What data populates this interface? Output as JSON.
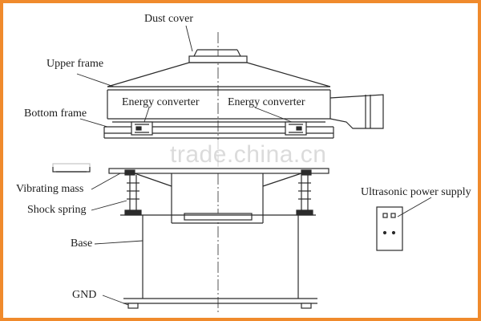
{
  "labels": {
    "dust_cover": "Dust cover",
    "upper_frame": "Upper frame",
    "bottom_frame": "Bottom frame",
    "energy_converter_left": "Energy converter",
    "energy_converter_right": "Energy converter",
    "vibrating_mass": "Vibrating mass",
    "shock_spring": "Shock spring",
    "base": "Base",
    "gnd": "GND",
    "ultrasonic_power_supply": "Ultrasonic power supply"
  },
  "watermark": "trade.china.cn",
  "colors": {
    "border": "#f08a2c",
    "line": "#2b2b2b",
    "text": "#1c1c1c"
  }
}
